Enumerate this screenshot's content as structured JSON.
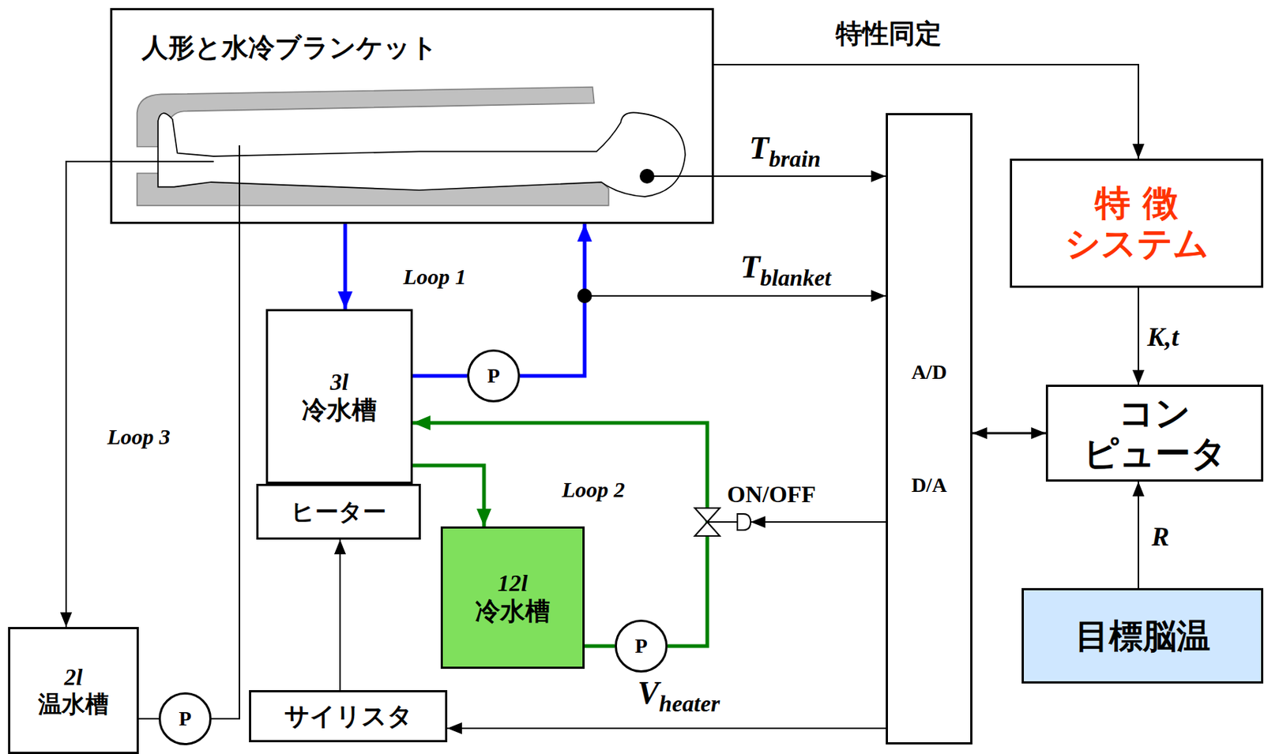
{
  "diagram": {
    "nodes": [
      {
        "text": [
          "人形と水冷ブランケット"
        ]
      },
      {
        "text": [
          "特 徴 システム"
        ]
      },
      {
        "text": [
          "3l",
          "冷水槽"
        ]
      },
      {
        "text": [
          "P"
        ]
      },
      {
        "text": [
          "A/D",
          "D/A"
        ]
      },
      {
        "text": [
          "コン ピュータ"
        ]
      },
      {
        "text": [
          "ヒーター"
        ]
      },
      {
        "text": [
          "12l",
          "冷水槽"
        ]
      },
      {
        "text": [
          "P"
        ]
      },
      {
        "text": [
          "目標脳温"
        ]
      },
      {
        "text": [
          "2l",
          "温水槽"
        ]
      },
      {
        "text": [
          "P"
        ]
      },
      {
        "text": [
          "サイリスタ"
        ]
      }
    ],
    "edges": [
      {
        "from": 0,
        "to": 2,
        "arrow": "to"
      },
      {
        "from": 2,
        "to": 3,
        "arrow": "none"
      },
      {
        "from": 3,
        "to": 0,
        "arrow": "to"
      },
      {
        "from": 2,
        "to": 7,
        "arrow": "to"
      },
      {
        "from": 7,
        "to": 8,
        "arrow": "none"
      },
      {
        "from": 8,
        "to": 2,
        "arrow": "to"
      },
      {
        "from": 0,
        "to": 10,
        "arrow": "to"
      },
      {
        "from": 10,
        "to": 11,
        "arrow": "none"
      },
      {
        "from": 11,
        "to": 0,
        "arrow": "none"
      },
      {
        "from": 0,
        "to": 4,
        "label": "Tbrain",
        "arrow": "to"
      },
      {
        "from": 4,
        "to": 12,
        "label": "Vheater",
        "arrow": "to"
      },
      {
        "from": 12,
        "to": 6,
        "arrow": "to"
      },
      {
        "from": 4,
        "to": 5,
        "arrow": "both"
      },
      {
        "from": 0,
        "to": 1,
        "label": "特性同定",
        "arrow": "to"
      },
      {
        "from": 1,
        "to": 5,
        "label": "K,t",
        "arrow": "to"
      },
      {
        "from": 9,
        "to": 5,
        "label": "R",
        "arrow": "to"
      }
    ],
    "labels": [
      "Loop 1",
      "Loop 2",
      "Loop 3",
      "Tblanket",
      "ON/OFF"
    ]
  }
}
